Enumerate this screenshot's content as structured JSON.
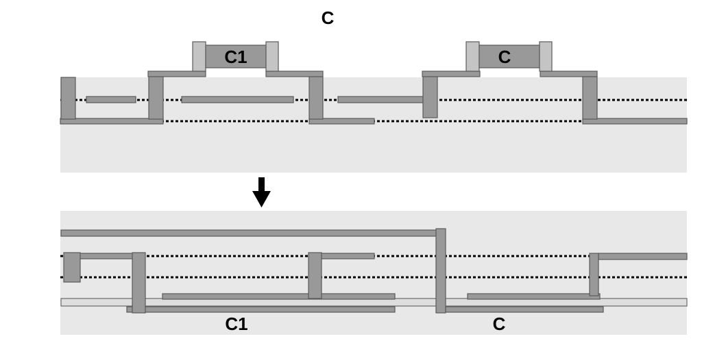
{
  "top_label": "C",
  "top_block_left_label": "C1",
  "top_block_right_label": "C",
  "bottom_label_left": "C1",
  "bottom_label_right": "C",
  "colors": {
    "band": "#e8e8e8",
    "dark_strand": "#999999",
    "light_strand": "#c4c4c4",
    "outline": "#5a5a5a",
    "arrow": "#000000"
  },
  "icons": [
    "arrow-down-icon"
  ]
}
